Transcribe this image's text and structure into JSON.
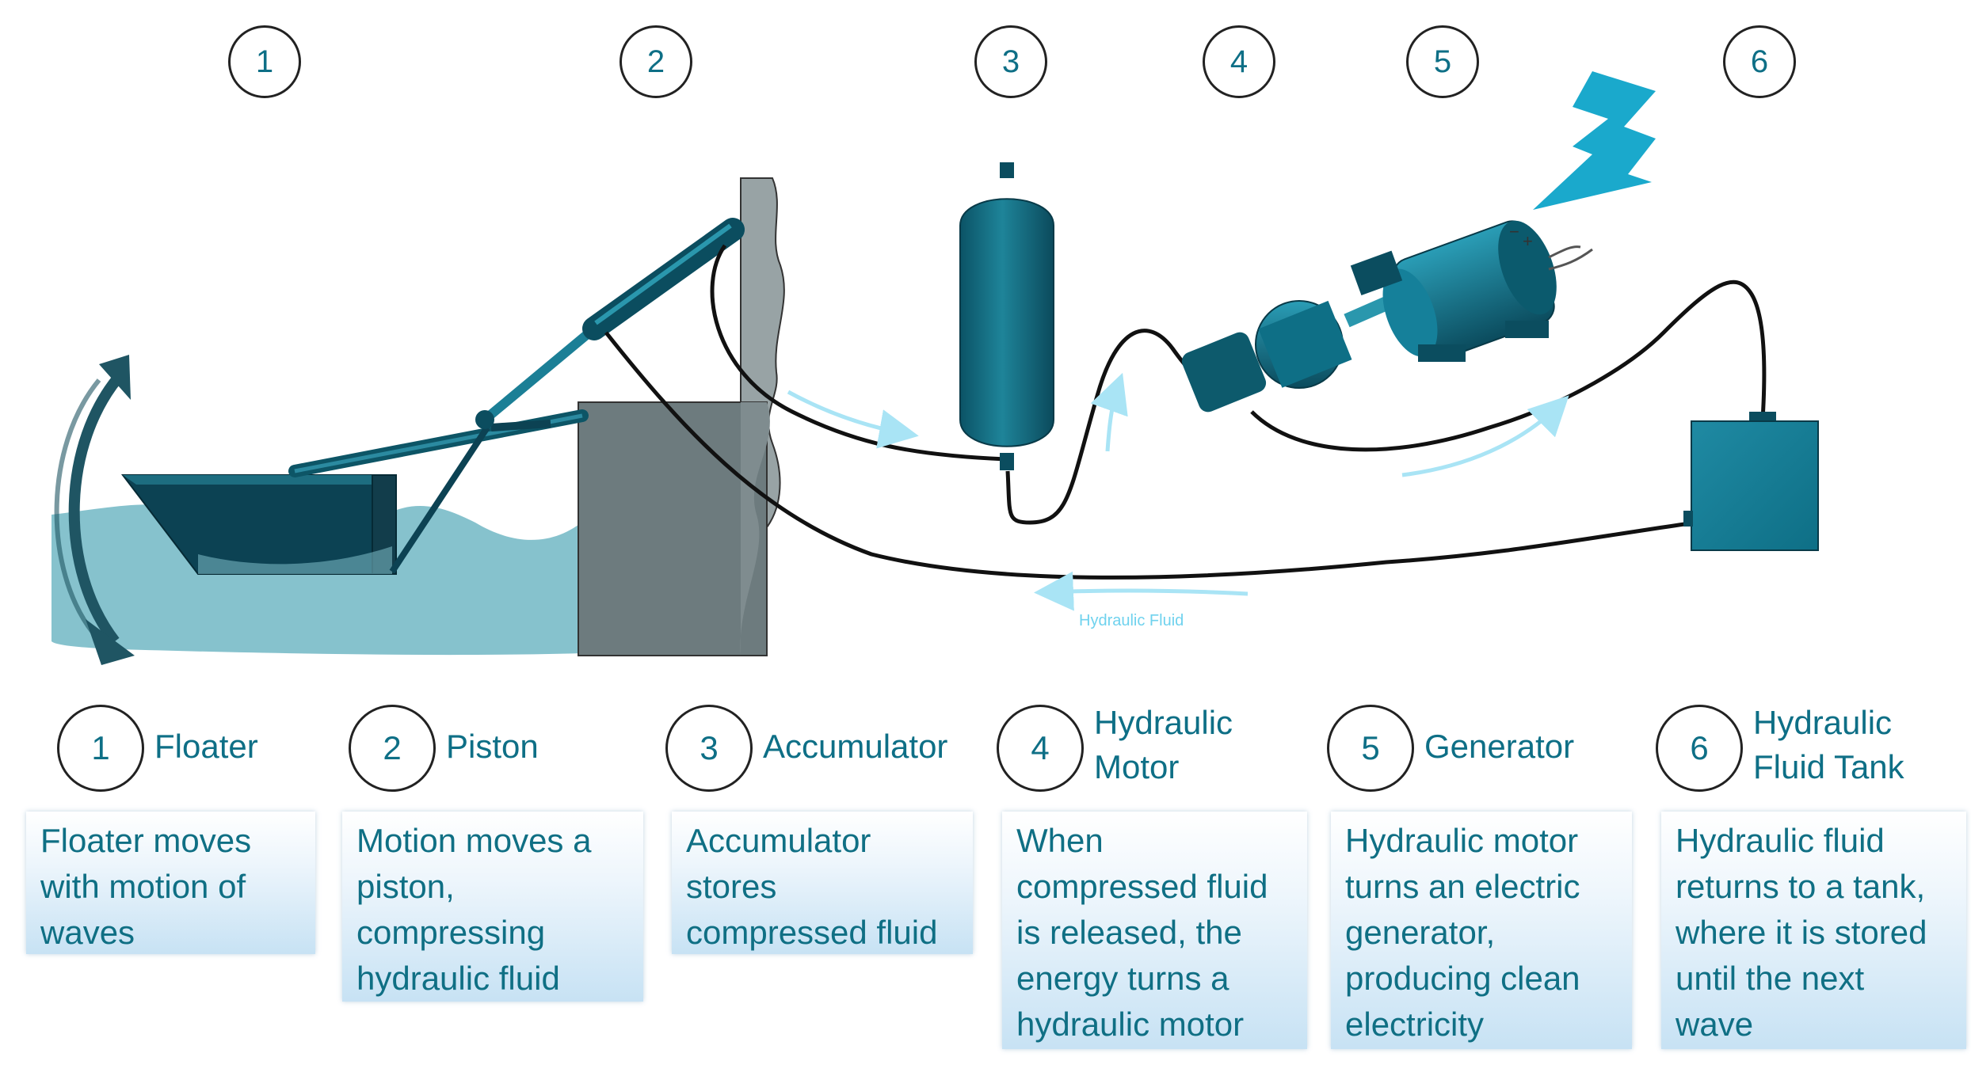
{
  "top_numbers": [
    "1",
    "2",
    "3",
    "4",
    "5",
    "6"
  ],
  "flow_label": "Hydraulic Fluid",
  "generator_terminals": {
    "negative": "−",
    "positive": "+"
  },
  "components": [
    {
      "number": "1",
      "title": "Floater",
      "description": "Floater moves\nwith motion of\nwaves"
    },
    {
      "number": "2",
      "title": "Piston",
      "description": "Motion moves a\npiston,\ncompressing\nhydraulic fluid"
    },
    {
      "number": "3",
      "title": "Accumulator",
      "description": "Accumulator\nstores\ncompressed fluid"
    },
    {
      "number": "4",
      "title": "Hydraulic\nMotor",
      "description": "When\ncompressed fluid\nis released, the\nenergy turns a\nhydraulic motor"
    },
    {
      "number": "5",
      "title": "Generator",
      "description": "Hydraulic motor\nturns an electric\ngenerator,\nproducing clean\nelectricity"
    },
    {
      "number": "6",
      "title": "Hydraulic\nFluid Tank",
      "description": "Hydraulic fluid\nreturns to a tank,\nwhere it is stored\nuntil the next\nwave"
    }
  ],
  "colors": {
    "primary_teal": "#0e6f86",
    "dark_teal": "#0b3f4f",
    "water": "#7fbfca",
    "wall_gray": "#6d7b7e",
    "flow_arrow": "#a9e4f5",
    "bolt": "#1aa9cc"
  }
}
